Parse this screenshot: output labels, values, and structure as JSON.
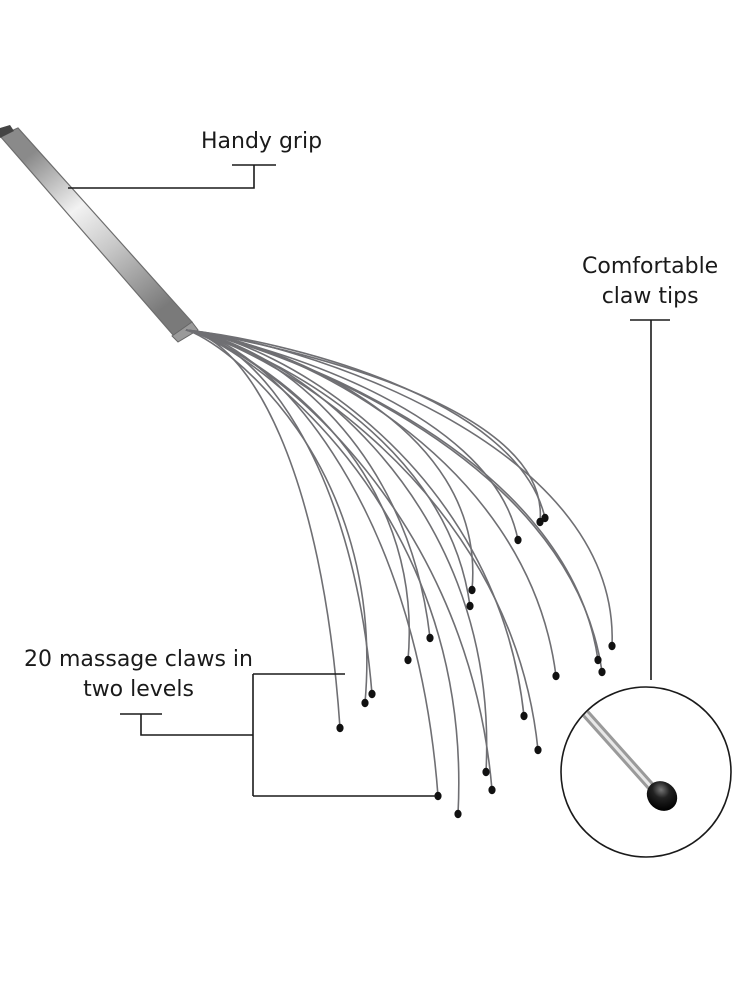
{
  "callouts": {
    "grip": {
      "text": "Handy grip"
    },
    "tips": {
      "line1": "Comfortable",
      "line2": "claw tips"
    },
    "claws": {
      "line1": "20 massage claws in",
      "line2": "two levels"
    }
  },
  "colors": {
    "wire": "#6f6f73",
    "tip": "#111111",
    "handle_light": "#e6e6e6",
    "handle_dark": "#8a8a8a",
    "leader_line": "#1a1a1a"
  }
}
